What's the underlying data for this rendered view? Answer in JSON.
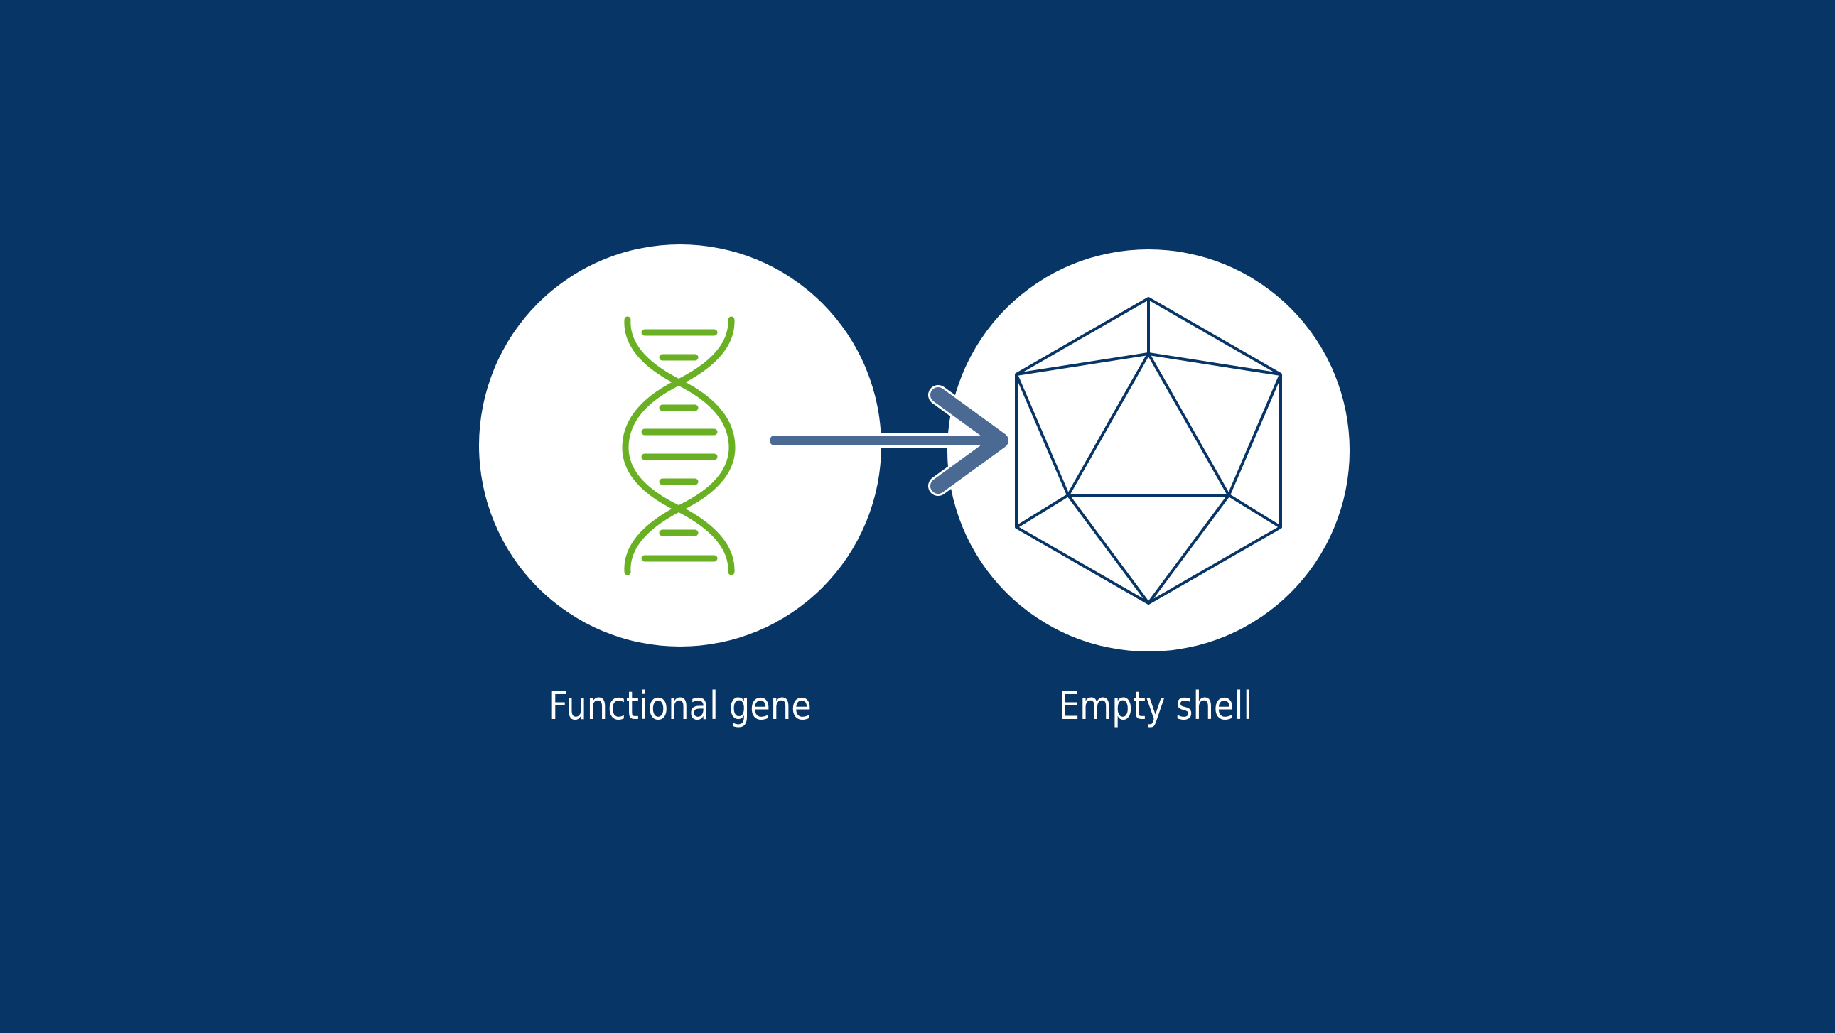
{
  "diagram": {
    "nodes": [
      {
        "id": "gene",
        "label": "Functional gene",
        "icon": "dna-helix-icon"
      },
      {
        "id": "shell",
        "label": "Empty shell",
        "icon": "icosahedron-capsid-icon"
      }
    ],
    "edges": [
      {
        "from": "gene",
        "to": "shell",
        "icon": "arrow-right-icon"
      }
    ]
  },
  "colors": {
    "background": "#073566",
    "circle_fill": "#ffffff",
    "dna_green": "#6ab023",
    "shell_stroke": "#073566",
    "arrow": "#4a6a93"
  }
}
